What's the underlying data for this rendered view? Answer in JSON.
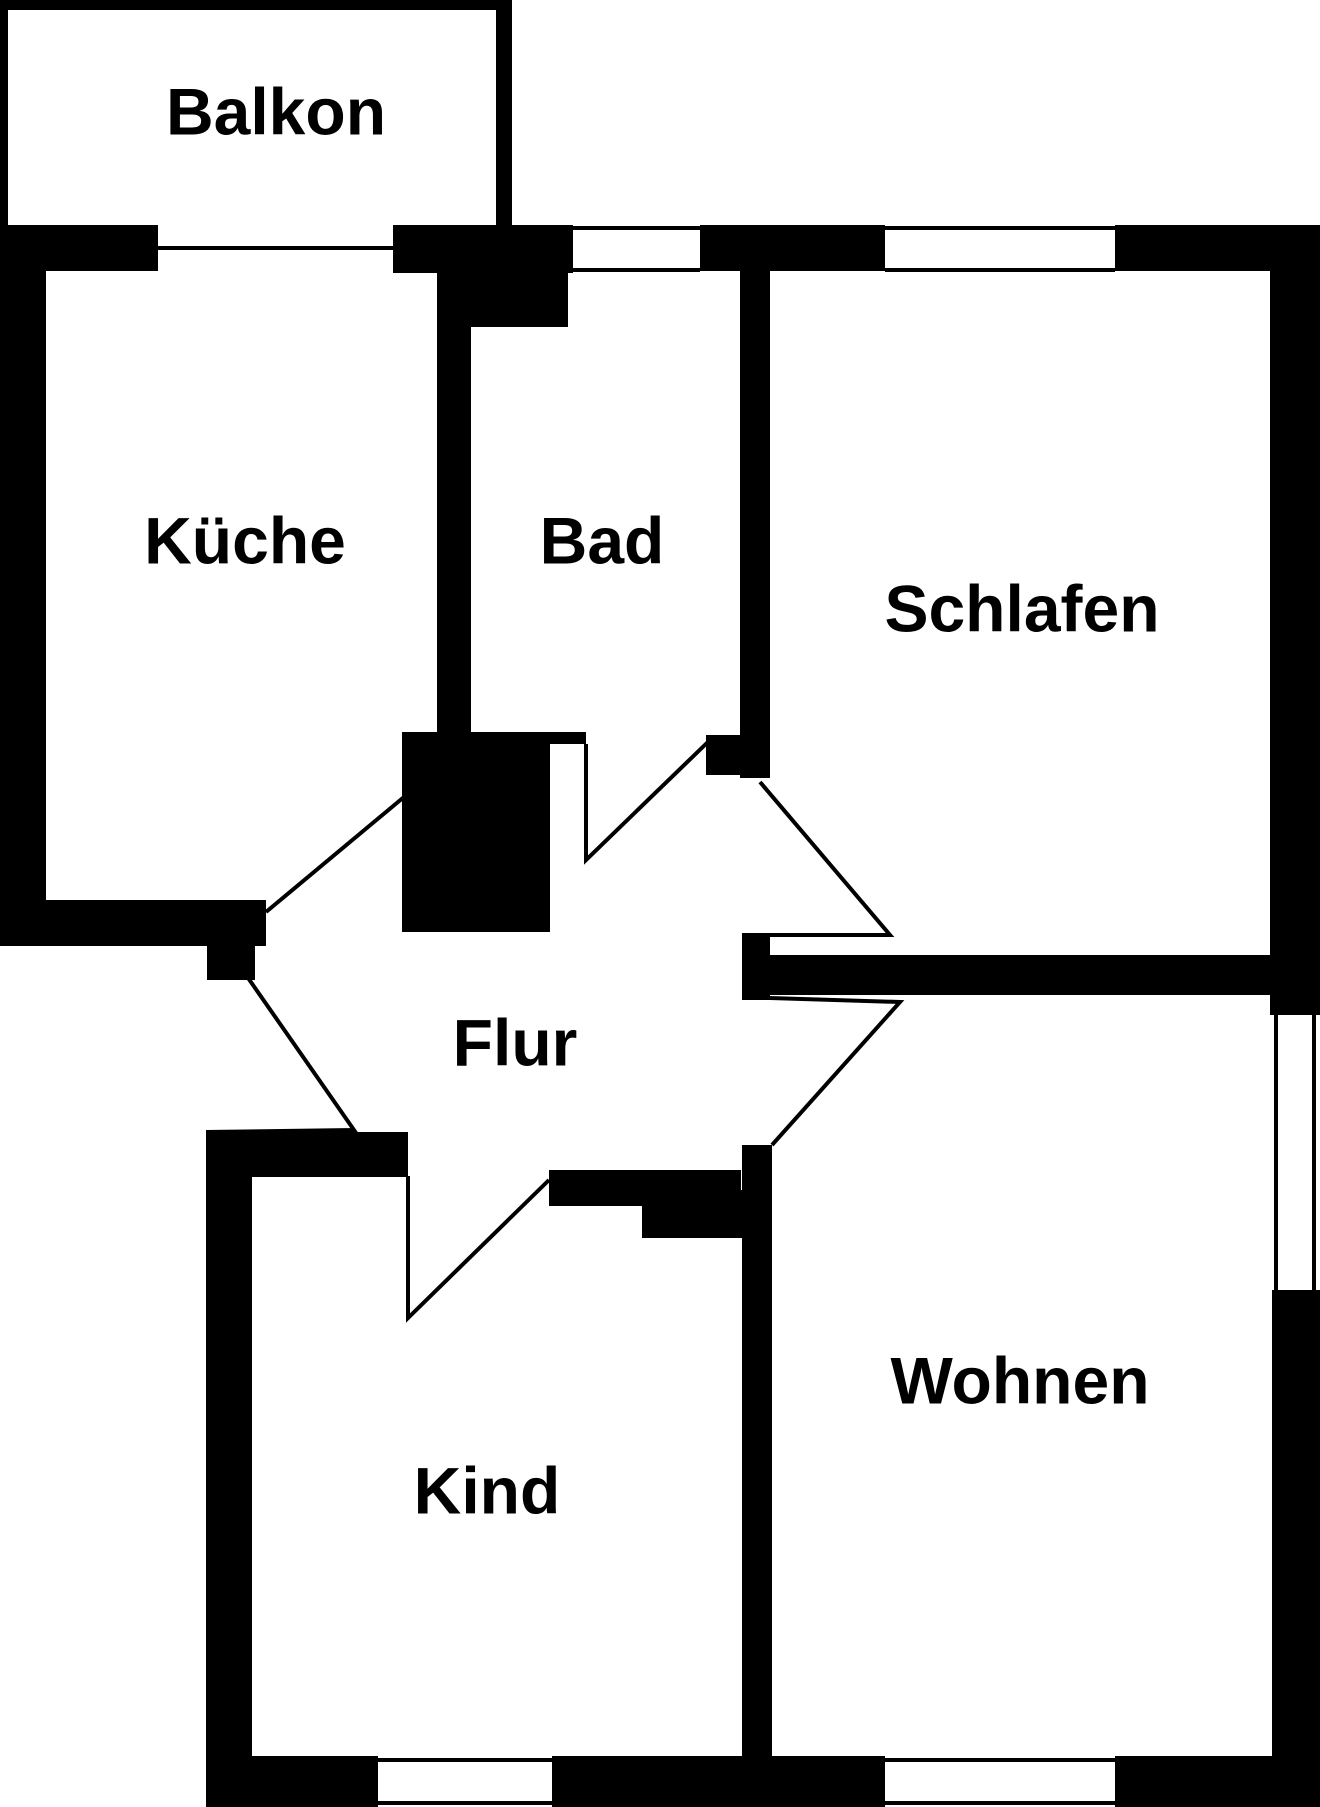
{
  "plan": {
    "colors": {
      "wall": "#000000",
      "background": "#ffffff"
    },
    "rooms": {
      "balkon": "Balkon",
      "kueche": "Küche",
      "bad": "Bad",
      "schlafen": "Schlafen",
      "flur": "Flur",
      "kind": "Kind",
      "wohnen": "Wohnen"
    }
  }
}
